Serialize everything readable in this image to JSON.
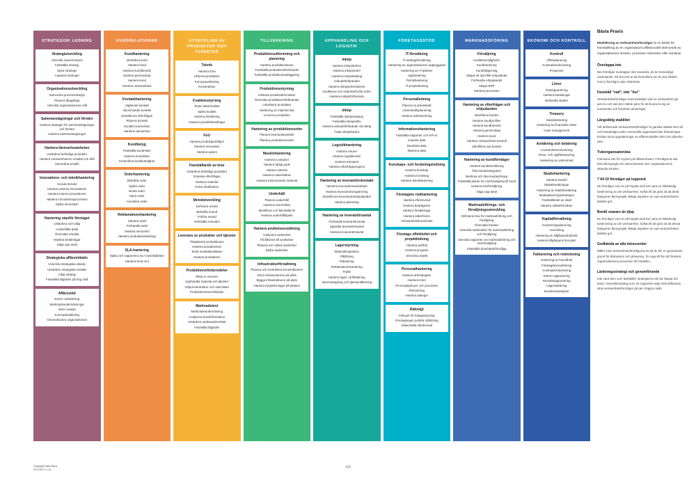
{
  "meta": {
    "page_label": "1(1)",
    "copyright_line1": "Copyright Data Stiros",
    "copyright_line2": "DS-2113 V 1.10"
  },
  "columns": [
    {
      "title": "STRATEGISK LEDNING",
      "color": "#9c6179",
      "groups": [
        {
          "title": "Strategiutveckling",
          "items": [
            "Utveckla vision/mission",
            "Fastställa strategi",
            "Styra strategin",
            "Anpassa strategin"
          ]
        },
        {
          "title": "Organisationsutveckling",
          "items": [
            "Samordna processtrategin",
            "Planera långsiktigt",
            "Utveckla organisationens mål"
          ]
        },
        {
          "title": "Sammanslagningar och förvärv",
          "items": [
            "Hantera strategin för sammanslagningar och förvärv",
            "Hantera sammanslagningar"
          ]
        },
        {
          "title": "Hantera kärnverksamheten",
          "items": [
            "Utvärdera befintliga produkter",
            "Hantera verksamhetens resultat och drift",
            "Samordna projekt"
          ]
        },
        {
          "title": "Innovations- och teknikhantering",
          "items": [
            "Scouta trender",
            "Hantera externa innovationer",
            "Hantera interna innovationer",
            "Hantera innovationsprocessen",
            "Spåra innovation"
          ]
        },
        {
          "title": "Hantering utanför företaget",
          "items": [
            "Utvärdera och välja",
            "Underhålla avtal",
            "Övervaka resultat",
            "Hantera betalningar",
            "Säga upp avtal"
          ]
        },
        {
          "title": "Strategiska affärsinitiativ",
          "items": [
            "Utveckla strategiska initiativ",
            "Utvärdera strategiska initiativ",
            "Välja strategi",
            "Fastställa åtgärder på hög nivå"
          ]
        },
        {
          "title": "Affärsstöd",
          "items": [
            "Extern utvärdering",
            "Marknadsundersökningar",
            "Intern analys",
            "Konceptetablering",
            "Omstrukturera organisationen"
          ]
        }
      ]
    },
    {
      "title": "KUNDRELATIONER",
      "color": "#ef8d45",
      "groups": [
        {
          "title": "Kundhantering",
          "items": [
            "Identifiera kund",
            "Hantera kund",
            "Hantera kundhierarki",
            "Hantera gemenskap",
            "Hantera kund",
            "Hantera verksamhets"
          ]
        },
        {
          "title": "Kontakthantering",
          "items": [
            "Utgående kontakt",
            "Inkommande kontakt",
            "Klassificera efterfrågan",
            "Planera kontakt",
            "Kontakt samverkan",
            "Hantera samverkan"
          ]
        },
        {
          "title": "Kundbetyg",
          "items": [
            "Fastställa kundrisker",
            "Hantera kundrisker",
            "Kontrollera kreditvärdighet"
          ]
        },
        {
          "title": "Orderhantering",
          "items": [
            "Bekräfta order",
            "Spåra order",
            "Bunta order",
            "Styra order",
            "Annullera order"
          ]
        },
        {
          "title": "Reklamationshantering",
          "items": [
            "Hantera avtal",
            "Förhandla avtal",
            "Hantera sensorkel",
            "Hantera produktanvändning"
          ]
        },
        {
          "title": "SLA-hantering",
          "items": [
            "Spåra och rapportera SLA-överträdelser",
            "Hantera brott mot"
          ]
        }
      ]
    },
    {
      "title": "UTVECKLING AV PRODUKTER OCH TJÄNSTER",
      "color": "#f5b335",
      "groups": [
        {
          "title": "Teknik",
          "items": [
            "Hantera krav",
            "Utforma produkten",
            "Konceptualisering",
            "Konstruktion"
          ]
        },
        {
          "title": "Kvalitetsstyrning",
          "items": [
            "Testa initial kvalitet",
            "Spåra kvalitet",
            "Hantera felsökning",
            "Hantera produkthandlingar"
          ]
        },
        {
          "title": "FoU",
          "items": [
            "Hantera produktportföljen",
            "Hantera innovation",
            "Hantera patent"
          ]
        },
        {
          "title": "Fastställande av krav",
          "items": [
            "Utvärdera befintliga produkter",
            "Granska efterfrågan",
            "Hantera material",
            "Kräva distribution"
          ]
        },
        {
          "title": "Metodutveckling",
          "items": [
            "Definiera metod",
            "Bekräfta metod",
            "Förfina metod",
            "Verkställa metoden"
          ]
        },
        {
          "title": "Leverans av produkter och tjänster",
          "items": [
            "Tidsplanera produktionen",
            "Hantera produktionen",
            "Testa resultatkvaliteten",
            "Hantera produktens"
          ]
        },
        {
          "title": "Produktionsförberedelse",
          "items": [
            "Rikta in resurser",
            "Upphandla material och tjänster",
            "Välja leverantörer och utvecklare",
            "Produktionsöversiktsplan"
          ]
        },
        {
          "title": "Marknadstest",
          "items": [
            "Marknadsundersökning",
            "Analysera kundinformation",
            "Utvärdera marknadsresultat",
            "Fastställa åtgärder"
          ]
        }
      ]
    },
    {
      "title": "TILLVERKNING",
      "color": "#3cb878",
      "groups": [
        {
          "title": "Produktionsutformning och planering",
          "items": [
            "Hantera produktionskrav",
            "Fastställa produktionsförfarande",
            "Fastställa produktionsanläggning"
          ]
        },
        {
          "title": "Produktionsstyrning",
          "items": [
            "Inhämta produktinformation",
            "Övervaka produktionsförfarandet",
            "Lokalisera produkten",
            "Hantering av material ista",
            "Leverera produkten"
          ]
        },
        {
          "title": "Hantering av produktionsorder",
          "items": [
            "Planera leveranskvantitet",
            "Planera produktionsorder"
          ]
        },
        {
          "title": "Maskinhantering",
          "items": [
            "Hantera container",
            "Hantera farligt gods",
            "Hämta material",
            "Hantera materialkrav",
            "Hantera inkommande material"
          ]
        },
        {
          "title": "Underhåll",
          "items": [
            "Planera underhåll",
            "Hantera reservdelar",
            "Identifiera och återställa fel",
            "Hantera underhållsplan"
          ]
        },
        {
          "title": "Hantera avvikelseersättning",
          "items": [
            "Analysera avvikelser",
            "Få åtkomst till avvikelser",
            "Planera och utföra avvikelser",
            "Spåra avvikelser"
          ]
        },
        {
          "title": "Infrastrukturförvaltning",
          "items": [
            "Planera och kontrollera konstruktionen",
            "Driva infrastrukturen på plats",
            "Bygga infrastrukturen på plats",
            "Hantera begränsningar på platsen"
          ]
        }
      ]
    },
    {
      "title": "UPPHANDLING OCH LOGISTIK",
      "color": "#16a89a",
      "groups": [
        {
          "title": "Inköp",
          "items": [
            "Hantera inköpsbehov",
            "Hantera inköpsorder",
            "Hantera inköpskatalog",
            "Anbudsförfaranden",
            "Hantera inköpsrekvisitioner",
            "Godkänna och vidarebefordra order",
            "Hantera inköpsförfarande"
          ]
        },
        {
          "title": "Inköp",
          "items": [
            "Fastställa inköpsstrategi",
            "Fastställa inköpsriktv",
            "Hantera anbudsförfarande vid inköp",
            "Fatta inköpsbeslut"
          ]
        },
        {
          "title": "Logistikhantering",
          "items": [
            "Hantera returer",
            "Hantera logistikorder",
            "Hantera transport",
            "Hantera efterfrågeprognos"
          ]
        },
        {
          "title": "Hantering av leverantörskontakt",
          "items": [
            "Hantera leverantörssamarbete",
            "Hantera leverantörsregistrering",
            "Klassificera leverantörserbjudanden",
            "Hantera planering"
          ]
        },
        {
          "title": "Hantering av leverantörsavtal",
          "items": [
            "Förhandla leverantörsavtal",
            "Upprätta leverantörsavtal",
            "Hantera leverantörsavtal"
          ]
        },
        {
          "title": "Lagerstyrning",
          "items": [
            "Materialinspektion",
            "Påfyllning",
            "Paketering",
            "Reklamationshantering",
            "Fraktt",
            "Hantera lager i driftsättning",
            "Varumottagning och tjänsteutlämning"
          ]
        }
      ]
    },
    {
      "title": "FÖRETAGSSTÖD",
      "color": "#00b0ca",
      "groups": [
        {
          "title": "IT-förvaltning",
          "items": [
            "IT-strategiförvaltning",
            "Hantering av organisationens uppbyggnad",
            "Hantering av IT-tjänster",
            "Apphantering",
            "Teknikhantering",
            "IT-projektledning"
          ]
        },
        {
          "title": "Personalledning",
          "items": [
            "Placera ut arbetskraft",
            "Arbetskraftsplanering",
            "Hantera arbetsordning"
          ]
        },
        {
          "title": "Informationshantering",
          "items": [
            "Fastställa rapporter och KPI:er",
            "Insamla data",
            "Bearbeta data",
            "Illustrera data"
          ]
        },
        {
          "title": "Kunskaps- och forskningsledning",
          "items": [
            "Hantera kunskap",
            "Hantera forskning",
            "Hantera teknikskanning"
          ]
        },
        {
          "title": "Företagets riskhantering",
          "items": [
            "Hantera efterlevnad",
            "Hantera bedrägerier",
            "Hantera försäkringar",
            "Hantera säkerheten",
            "Verksamhetskontinuitet"
          ]
        },
        {
          "title": "Företags effektivitet och projektledning",
          "items": [
            "Hantera portfölj",
            "Hantera program",
            "Utveckla projekt"
          ]
        },
        {
          "title": "Personalhantering",
          "items": [
            "Hantera arbetstagare",
            "Hantera löner",
            "Personalpolicyer och processer",
            "Rekrytering",
            "Hantera talanger"
          ]
        },
        {
          "title": "Rättsligt",
          "items": [
            "Policyer för bolagsstyrning",
            "Företagsegen juridisk utbildning",
            "Säkerställa efterlevnad"
          ]
        }
      ]
    },
    {
      "title": "MARKNADSFÖRING",
      "color": "#3d6cb4",
      "groups": [
        {
          "title": "Försäljning",
          "items": [
            "Kvalitetsmöjligheter",
            "Kundhantering",
            "Kundrådgivning",
            "Skapa ett specifikt erbjudande",
            "Förhandla erbjudandet",
            "Skapa ERP",
            "Hantera processen"
          ]
        },
        {
          "title": "Hantering av efterfrågan och erbjudanden",
          "items": [
            "Identifiera kunden",
            "Hantera kundprofilen",
            "Hantera kundhierarki",
            "Hantera gemenskap",
            "Hantera kund",
            "Hantera verksamhets kontroll",
            "Identifiera nya kunder"
          ]
        },
        {
          "title": "Hantering av kundförmågor",
          "items": [
            "Hantera kundidentifiering",
            "Öka kundvärdegoden",
            "Bedöma och öka kundackhopp",
            "Fastställa planer för merförsäljning till kund",
            "Hantera merförsäljning",
            "Säga upp avtal"
          ]
        },
        {
          "title": "Marknadsförings- och försäljningsutveckling",
          "items": [
            "Definiera krav för marknadsföring och försäljning",
            "Övervaka kanaler",
            "Utveckla marknaden för marknadsföring och försäljning",
            "Utveckla rapporter om marknadsföring och merförsäljning",
            "Fastställa kundvärdeförmåga"
          ]
        }
      ]
    },
    {
      "title": "EKONOMI OCH KONTROLL",
      "color": "#2f5aa8",
      "groups": [
        {
          "title": "Kontroll",
          "items": [
            "Affärsplanering",
            "Kostnadsredovisning",
            "Prognoser"
          ]
        },
        {
          "title": "Löner",
          "items": [
            "Tidsrapportering",
            "Hantera betalningar",
            "Behandla skatter"
          ]
        },
        {
          "title": "Treasury",
          "items": [
            "Valutahantering",
            "Hantering av finansiella risker",
            "Cash management"
          ]
        },
        {
          "title": "Avräkning och betalning",
          "items": [
            "Leverantörsredovisning",
            "Reve- och utgiftshantering",
            "Hantering av omkostnad"
          ]
        },
        {
          "title": "Skattehantering",
          "items": [
            "Hantera handel",
            "Skatteberäkningar",
            "Hantering av skatteberäkning",
            "Skatteplaneringsstrategier",
            "Fastställande av skatt",
            "Hantera skatteförmåner"
          ]
        },
        {
          "title": "Kapitalförvaltning",
          "items": [
            "Investeringsplanering",
            "Avveckling",
            "Hantering av tillgångsvärdande",
            "Hantera tillgångens livscykel"
          ]
        },
        {
          "title": "Fakturering och redovisning",
          "items": [
            "Hantering av huvudbok",
            "Företagskonsolidering",
            "Kostnadsredovisning",
            "Extern rapportering",
            "Resultatrapportering",
            "Lagervärdering",
            "Investeraranalyser"
          ]
        }
      ]
    }
  ],
  "praxis": {
    "heading": "Bästa Praxis",
    "lead_bold": "Modellering av verksamhetsförmågor",
    "lead_rest": " är en teknik för framställning av en organisations affärsmodell oberoende av organisationens struktur, processer människor eller domäner.",
    "sections": [
      {
        "title": "Överlappa inte",
        "body": "Bra förmågor överlappar inte varandra, de är ömsesidigt uteslutande. Ett bra test är att kontrollera om du kan tilldela med 2-förmågor utan oklarheter."
      },
      {
        "title": "Fastställ \"vad\", inte \"hur\"",
        "body": "Verksamhetsförmågor sammanfattar vad en verksamhet gör just nu och vad den måste göra för att kunna ta sig an nuvarande och framtida utmaningar."
      },
      {
        "title": "Långsiktig stabilitet",
        "body": "Väl definierade verksamhetsförmågor är ganska stabila över tid och beständiga under eventuella organisatoriska förändringar. Endast stora uppdateringar av affärsmodellen eller bör påverka dem."
      },
      {
        "title": "Tvärorganisatoriska",
        "body": "Fokusera inte för mycket på affärsenheter. Förmågorna ska först återspegla och samverkande över organisationens aktuella struktur."
      },
      {
        "title": "7 till 10 förmågor på toppnivå",
        "body": "De förmågor som är på högsta nivå bör vara en fullständig beskrivning av din verksamhet. Syftar till att göra så att detta kategorier återspeglar viktiga aspekter av vad verksamheten faktiskt gör."
      },
      {
        "title": "Bredd snarare än djup",
        "body": "De förmågor som är på högsta nivå bör vara en fullständig beskrivning av din verksamhet. Syftar till att göra så att dessa kategorier återspeglar viktiga aspekter av vad verksamheten faktiskt gör."
      },
      {
        "title": "Godkända av alla intressenter",
        "body": "Målet med verksamhetsförmågorna är att de blir en gemensam grund för diskussion och planering. Ta noga till lite att förankra organisationens processer till modellen."
      },
      {
        "title": "Länkningsstrategi och genomförande",
        "body": "Inte vara dem som fastställer strategierna när du skapar din karta. Oversiktsstrategi som ett regelverk varje nivå definieras dina verksamhetsförmågor på den högsta nivån."
      }
    ]
  }
}
